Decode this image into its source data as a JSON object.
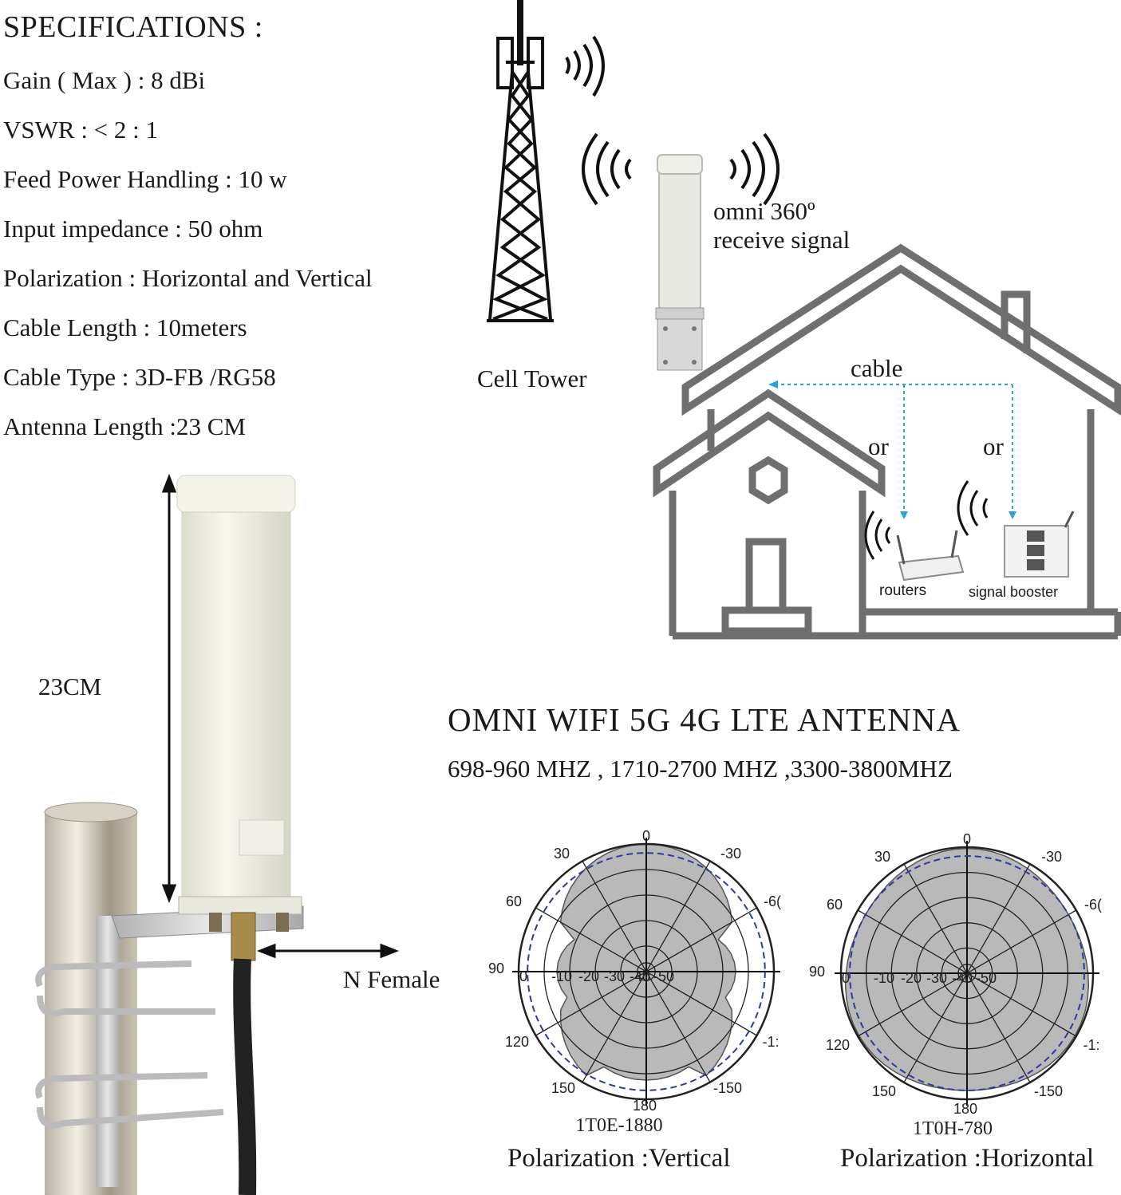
{
  "specs": {
    "title": "SPECIFICATIONS :",
    "items": [
      "Gain ( Max ) : 8 dBi",
      "VSWR : < 2 : 1",
      "Feed Power Handling : 10 w",
      "Input impedance : 50 ohm",
      "Polarization : Horizontal and Vertical",
      "Cable Length : 10meters",
      "Cable Type : 3D-FB /RG58",
      "Antenna Length :23 CM"
    ]
  },
  "diagram": {
    "tower_label": "Cell Tower",
    "omni_label_line1": "omni 360º",
    "omni_label_line2": "receive signal",
    "cable_label": "cable",
    "or_left": "or",
    "or_right": "or",
    "routers_label": "routers",
    "booster_label": "signal booster"
  },
  "photo": {
    "length_label": "23CM",
    "connector_label": "N Female"
  },
  "product": {
    "title": "OMNI WIFI 5G 4G LTE ANTENNA",
    "bands": "698-960 MHZ , 1710-2700 MHZ ,3300-3800MHZ"
  },
  "polar_charts": [
    {
      "name": "1T0E-1880",
      "caption": "Polarization :Vertical",
      "angle_labels": [
        "0",
        "30",
        "-30",
        "60",
        "-6(",
        "90",
        "120",
        "-1:",
        "150",
        "-150",
        "180"
      ],
      "radial_labels": [
        "0",
        "-10",
        "-20",
        "-30",
        "-40",
        "-50"
      ]
    },
    {
      "name": "1T0H-780",
      "caption": "Polarization :Horizontal",
      "angle_labels": [
        "0",
        "30",
        "-30",
        "60",
        "-6(",
        "90",
        "120",
        "-1:",
        "150",
        "-150",
        "180"
      ],
      "radial_labels": [
        "0",
        "-10",
        "-20",
        "-30",
        "-40",
        "-50"
      ]
    }
  ],
  "colors": {
    "house_stroke": "#6f6f6f",
    "cable_arrow": "#2aa3d8",
    "pattern_fill": "#b9b9b9",
    "dashed_ref": "#2e3a9a"
  }
}
